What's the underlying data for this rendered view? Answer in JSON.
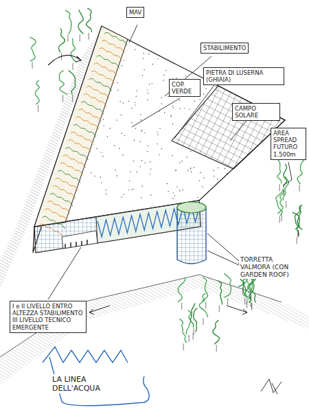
{
  "diagram": {
    "nodes": [
      {
        "text": [
          "MAV"
        ]
      },
      {
        "text": [
          "STABILIMENTO"
        ]
      },
      {
        "text": [
          "COP. VERDE"
        ]
      },
      {
        "text": [
          "PIETRA DI LUSERNA (GHIAIA)"
        ]
      },
      {
        "text": [
          "CAMPO SOLARE"
        ]
      },
      {
        "text": [
          "AREA SPREAD FUTURO 1.500m"
        ]
      },
      {
        "text": [
          "I e II LIVELLO ENTRO ALTEZZA STABILIMENTO III LIVELLO TECNICO EMERGENTE"
        ]
      }
    ],
    "labels": [
      "TORRETTA VALMORA (CON GARDEN ROOF)",
      "LA LINEA DELL'ACQUA"
    ]
  }
}
